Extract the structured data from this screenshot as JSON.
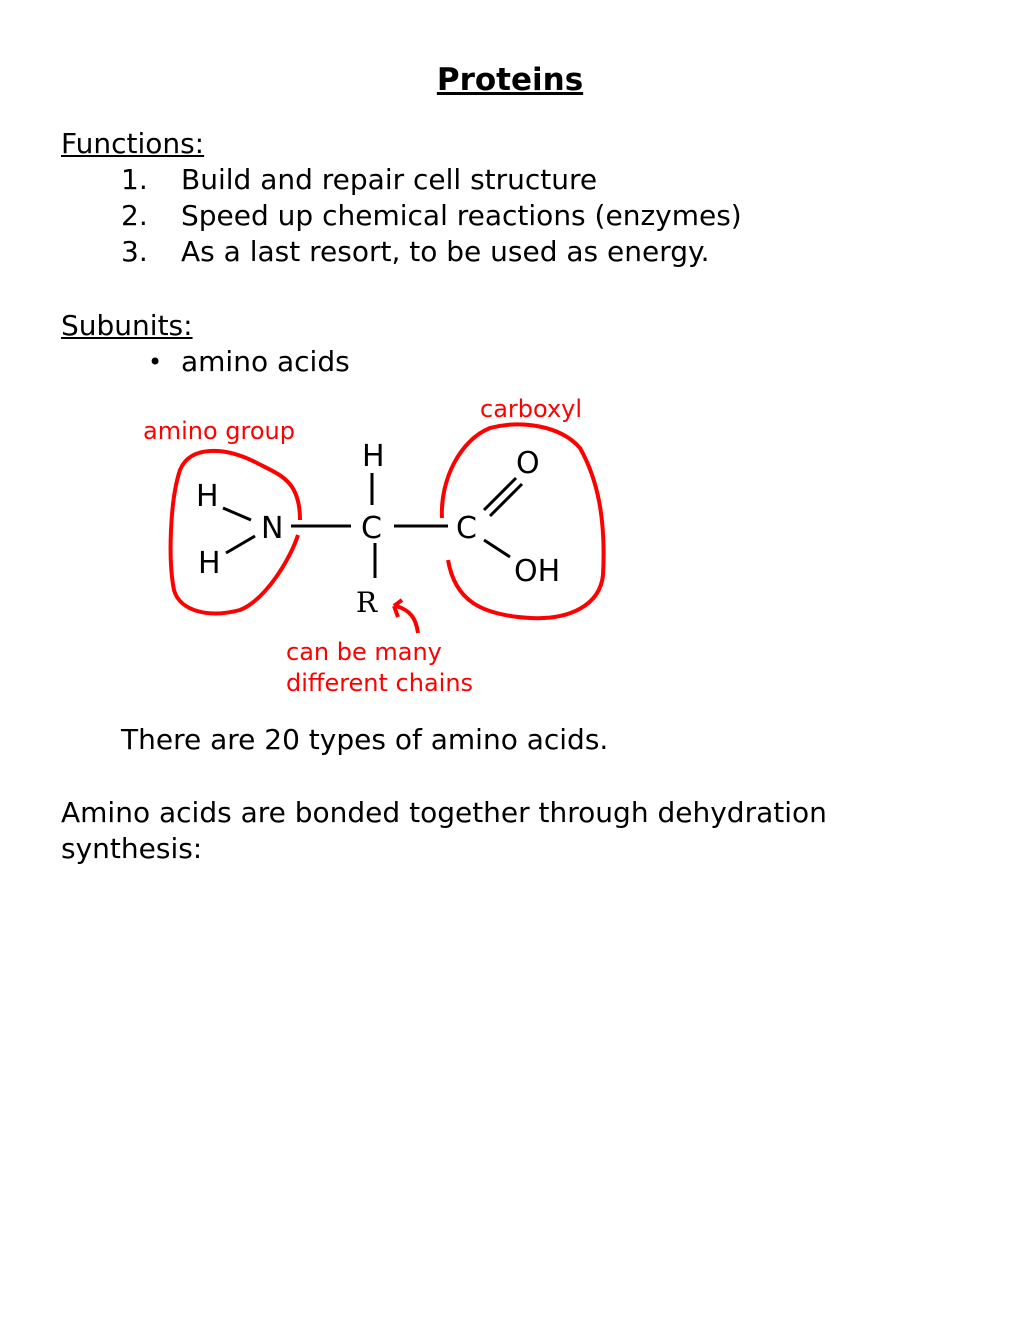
{
  "title": "Proteins",
  "functions": {
    "heading": "Functions:",
    "items": [
      {
        "num": "1.",
        "text": "Build and repair cell structure"
      },
      {
        "num": "2.",
        "text": "Speed up chemical reactions (enzymes)"
      },
      {
        "num": "3.",
        "text": "As a last resort, to be used as energy."
      }
    ]
  },
  "subunits": {
    "heading": "Subunits:",
    "bullet": "•",
    "items": [
      "amino acids"
    ]
  },
  "diagram": {
    "label_amino": "amino group",
    "label_carboxyl": "carboxyl",
    "label_r_line1": "can be many",
    "label_r_line2": "different chains",
    "atoms": {
      "h1": "H",
      "h2": "H",
      "n": "N",
      "h_top": "H",
      "c_alpha": "C",
      "r": "R",
      "c_carboxyl": "C",
      "o": "O",
      "oh": "OH"
    },
    "annotation_color": "#ff0000"
  },
  "types_text": "There are 20 types of amino acids.",
  "bonding_text_line1": "Amino acids are bonded together through dehydration",
  "bonding_text_line2": "synthesis:"
}
